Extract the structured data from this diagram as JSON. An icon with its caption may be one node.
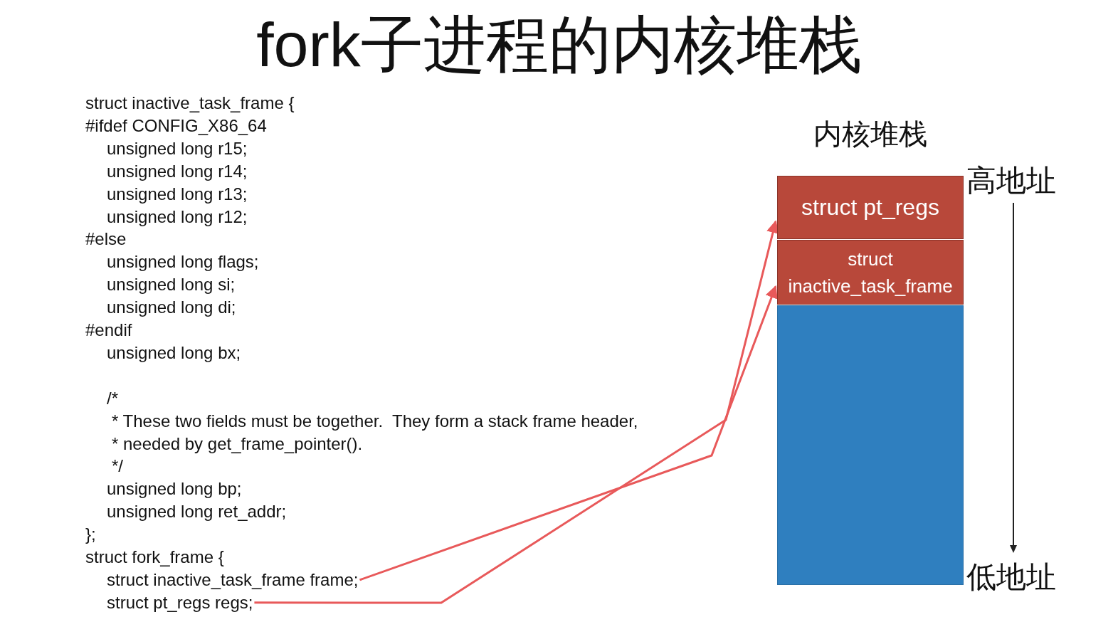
{
  "diagram": {
    "title": "fork子进程的内核堆栈",
    "nodes": [
      {
        "text": [
          "内核堆栈"
        ]
      },
      {
        "text": [
          "struct pt_regs"
        ],
        "in": 0
      },
      {
        "text": [
          "struct inactive_task_frame"
        ],
        "in": 0
      },
      {
        "text": [],
        "shape": "box",
        "in": 0
      },
      {
        "text": [
          "struct inactive_task_frame frame;"
        ]
      },
      {
        "text": [
          "struct pt_regs regs;"
        ]
      }
    ],
    "edges": [
      {
        "from": 4,
        "to": 2,
        "arrow": "to",
        "color": "#e8595a"
      },
      {
        "from": 5,
        "to": 1,
        "arrow": "to",
        "color": "#e8595a"
      }
    ],
    "labels": [
      "struct inactive_task_frame {",
      "#ifdef CONFIG_X86_64",
      "unsigned long r15;",
      "unsigned long r14;",
      "unsigned long r13;",
      "unsigned long r12;",
      "#else",
      "unsigned long flags;",
      "unsigned long si;",
      "unsigned long di;",
      "#endif",
      "unsigned long bx;",
      "/*",
      "* These two fields must be together.  They form a stack frame header,",
      "* needed by get_frame_pointer().",
      "*/",
      "unsigned long bp;",
      "unsigned long ret_addr;",
      "};",
      "struct fork_frame {",
      "高地址",
      "低地址"
    ]
  }
}
